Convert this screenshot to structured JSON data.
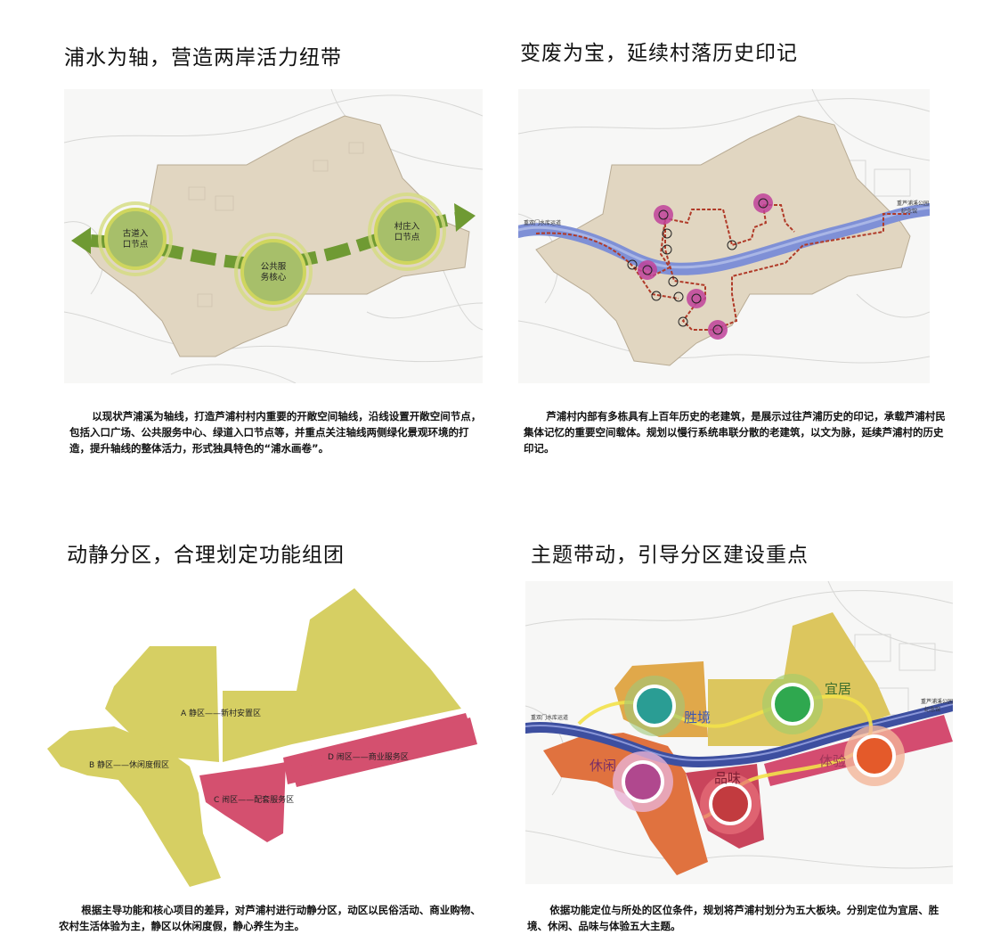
{
  "panels": [
    {
      "title": "浦水为轴，营造两岸活力纽带",
      "description": "以现状芦浦溪为轴线，打造芦浦村村内重要的开敞空间轴线，沿线设置开敞空间节点，包括入口广场、公共服务中心、绿道入口节点等，并重点关注轴线两侧绿化景观环境的打造，提升轴线的整体活力，形式独具特色的“浦水画卷”。",
      "nodes": [
        {
          "label_line1": "古道入",
          "label_line2": "口节点"
        },
        {
          "label_line1": "公共服",
          "label_line2": "务核心"
        },
        {
          "label_line1": "村庄入",
          "label_line2": "口节点"
        }
      ]
    },
    {
      "title": "变废为宝，延续村落历史印记",
      "description": "芦浦村内部有多栋具有上百年历史的老建筑，是展示过往芦浦历史的印记，承载芦浦村民集体记忆的重要空间载体。规划以慢行系统串联分散的老建筑，以文为脉，延续芦浦村的历史印记。",
      "map_labels": {
        "left": "重双门水库运道",
        "right": "重芦浦溪公园",
        "right2": "纪念馆"
      }
    },
    {
      "title": "动静分区，合理划定功能组团",
      "description": "根据主导功能和核心项目的差异，对芦浦村进行动静分区，动区以民俗活动、商业购物、农村生活体验为主，静区以休闲度假，静心养生为主。",
      "zones": [
        {
          "label": "A 静区——新村安置区"
        },
        {
          "label": "B 静区——休闲度假区"
        },
        {
          "label": "C 闹区——配套服务区"
        },
        {
          "label": "D 闹区——商业服务区"
        }
      ]
    },
    {
      "title": "主题带动，引导分区建设重点",
      "description": "依据功能定位与所处的区位条件，规划将芦浦村划分为五大板块。分别定位为宜居、胜境、休闲、品味与体验五大主题。",
      "themes": [
        {
          "label": "胜境",
          "color": "#2a9d94"
        },
        {
          "label": "宜居",
          "color": "#2fa84f"
        },
        {
          "label": "休闲",
          "color": "#b0488e"
        },
        {
          "label": "品味",
          "color": "#c23b3f"
        },
        {
          "label": "体验",
          "color": "#e45a2a"
        }
      ],
      "map_labels": {
        "left": "重双门水库运道",
        "right": "重芦浦溪公园",
        "right2": "纪念馆"
      }
    }
  ],
  "colors": {
    "land": "#e1d6c1",
    "river": "#7f90d6",
    "path": "#b03a28",
    "heritage": "#c0429a",
    "zone_quiet": "#d6cf63",
    "zone_active": "#d4506f",
    "axis_green": "#6f9a33",
    "node_ring": "#cbd55d"
  }
}
